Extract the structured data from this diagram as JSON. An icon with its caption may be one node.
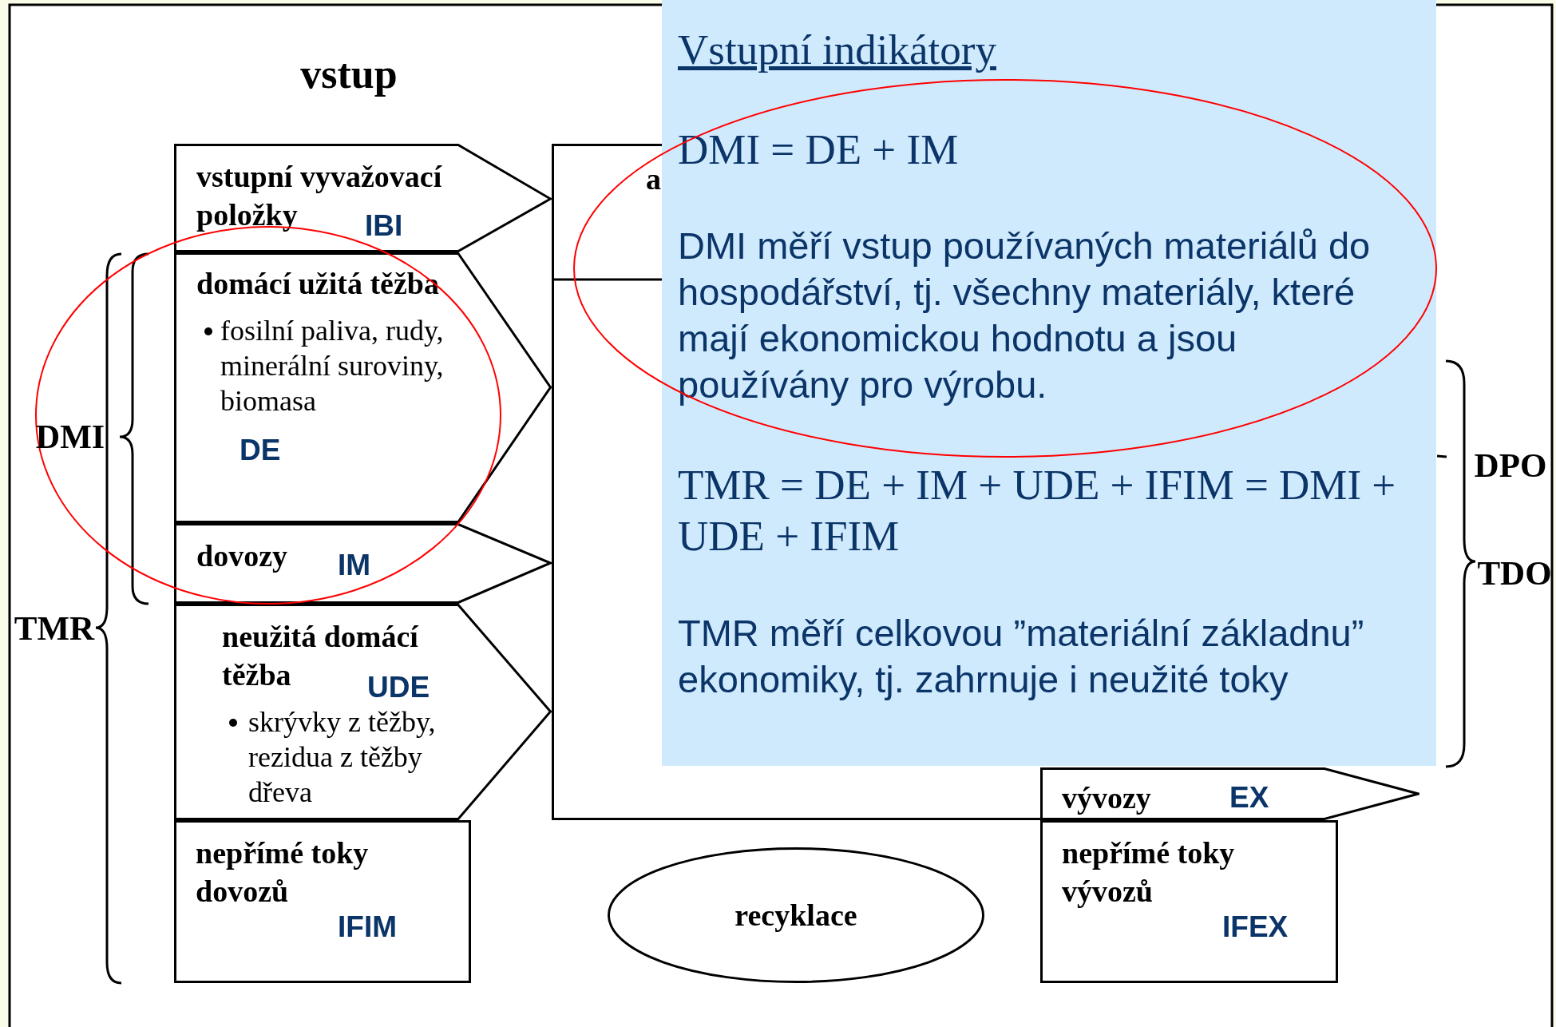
{
  "diagram": {
    "nodes": [
      {
        "text": [
          "vstupní vyvažovací položky",
          "IBI"
        ]
      },
      {
        "text": [
          "domácí užitá těžba",
          "fosilní paliva, rudy, minerální suroviny, biomasa",
          "DE"
        ]
      },
      {
        "text": [
          "dovozy",
          "IM"
        ]
      },
      {
        "text": [
          "neužitá domácí těžba",
          "UDE",
          "skrývky z těžby, rezidua z těžby dřeva"
        ]
      },
      {
        "text": [
          "nepřímé toky dovozů",
          "IFIM"
        ]
      },
      {
        "text": [
          "a"
        ]
      },
      {
        "text": [
          "vývozy",
          "EX"
        ]
      },
      {
        "text": [
          "nepřímé toky vývozů",
          "IFEX"
        ]
      },
      {
        "text": [
          "recyklace"
        ]
      },
      {
        "text": [
          "Vstupní indikátory",
          "DMI = DE + IM",
          "DMI měří vstup používaných materiálů do hospodářství, tj. všechny materiály, které mají ekonomickou hodnotu a jsou používány pro výrobu.",
          "TMR = DE + IM + UDE + IFIM = DMI + UDE + IFIM",
          "TMR měří celkovou ”materiální základnu” ekonomiky, tj. zahrnuje i neužité toky"
        ]
      }
    ],
    "labels": [
      "vstup",
      "DMI",
      "TMR",
      "DPO",
      "TDO"
    ]
  }
}
